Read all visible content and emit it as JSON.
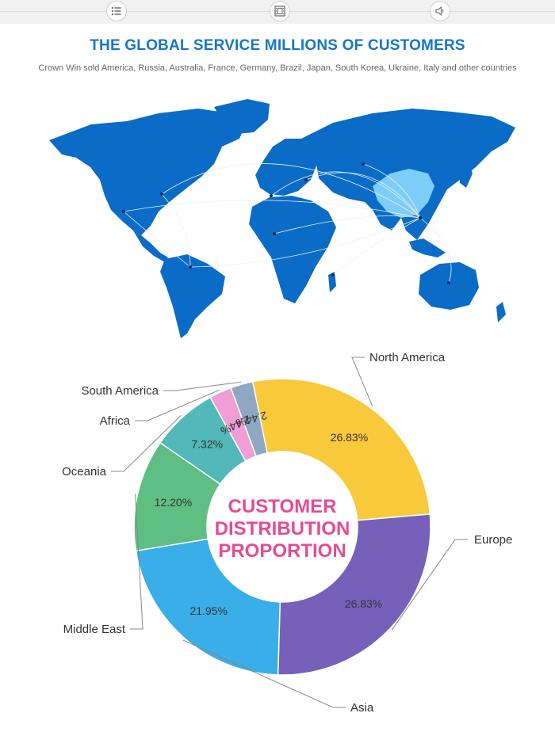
{
  "page": {
    "title": "THE GLOBAL SERVICE MILLIONS OF CUSTOMERS",
    "subtitle": "Crown Win sold America, Russia, Australia, France, Germany, Brazil, Japan, South Korea, Ukraine, Italy and other countries"
  },
  "nav": {
    "icons": [
      "list-icon",
      "film-icon",
      "speaker-icon"
    ]
  },
  "colors": {
    "title": "#1576c9",
    "map_land": "#0a6cc6",
    "map_highlight": "#7ecdf7",
    "center_text": "#e64b95"
  },
  "chart_data": {
    "type": "pie",
    "donut": true,
    "center_label": [
      "CUSTOMER",
      "DISTRIBUTION",
      "PROPORTION"
    ],
    "slices": [
      {
        "name": "North America",
        "value": 26.83,
        "label": "26.83%",
        "color": "#f9c93c"
      },
      {
        "name": "Europe",
        "value": 26.83,
        "label": "26.83%",
        "color": "#7760ba"
      },
      {
        "name": "Asia",
        "value": 21.95,
        "label": "21.95%",
        "color": "#3aaee8"
      },
      {
        "name": "Middle East",
        "value": 12.2,
        "label": "12.20%",
        "color": "#5fbf82"
      },
      {
        "name": "Oceania",
        "value": 7.32,
        "label": "7.32%",
        "color": "#52b8b8"
      },
      {
        "name": "Africa",
        "value": 2.44,
        "label": "2.44%",
        "color": "#ef9ed7"
      },
      {
        "name": "South America",
        "value": 2.44,
        "label": "2.44%",
        "color": "#8fa7c2"
      }
    ]
  }
}
